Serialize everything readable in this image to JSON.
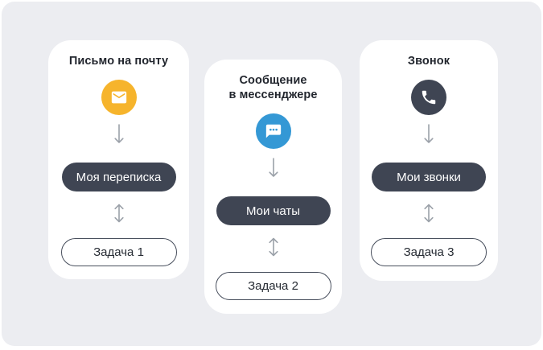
{
  "colors": {
    "page_bg": "#FFFFFF",
    "canvas_bg": "#ECEDF1",
    "card_bg": "#FFFFFF",
    "accent_yellow": "#F6B42C",
    "accent_blue": "#3498D5",
    "dark_slate": "#3F4553",
    "arrow_gray": "#9BA1A9",
    "pill_text": "#FFFFFF",
    "text_dark": "#22262E",
    "outline_border": "#474E5C"
  },
  "columns": [
    {
      "id": "email",
      "title_lines": [
        "Письмо на почту"
      ],
      "icon": "envelope-icon",
      "icon_bg": "#F6B42C",
      "source_label": "Моя переписка",
      "task_label": "Задача 1"
    },
    {
      "id": "messenger",
      "title_lines": [
        "Сообщение",
        "в мессенджере"
      ],
      "icon": "chat-bubble-icon",
      "icon_bg": "#3498D5",
      "source_label": "Мои чаты",
      "task_label": "Задача 2"
    },
    {
      "id": "call",
      "title_lines": [
        "Звонок"
      ],
      "icon": "phone-icon",
      "icon_bg": "#3F4553",
      "source_label": "Мои звонки",
      "task_label": "Задача 3"
    }
  ],
  "connector_icons": [
    "down-arrow-icon",
    "double-arrow-icon"
  ]
}
